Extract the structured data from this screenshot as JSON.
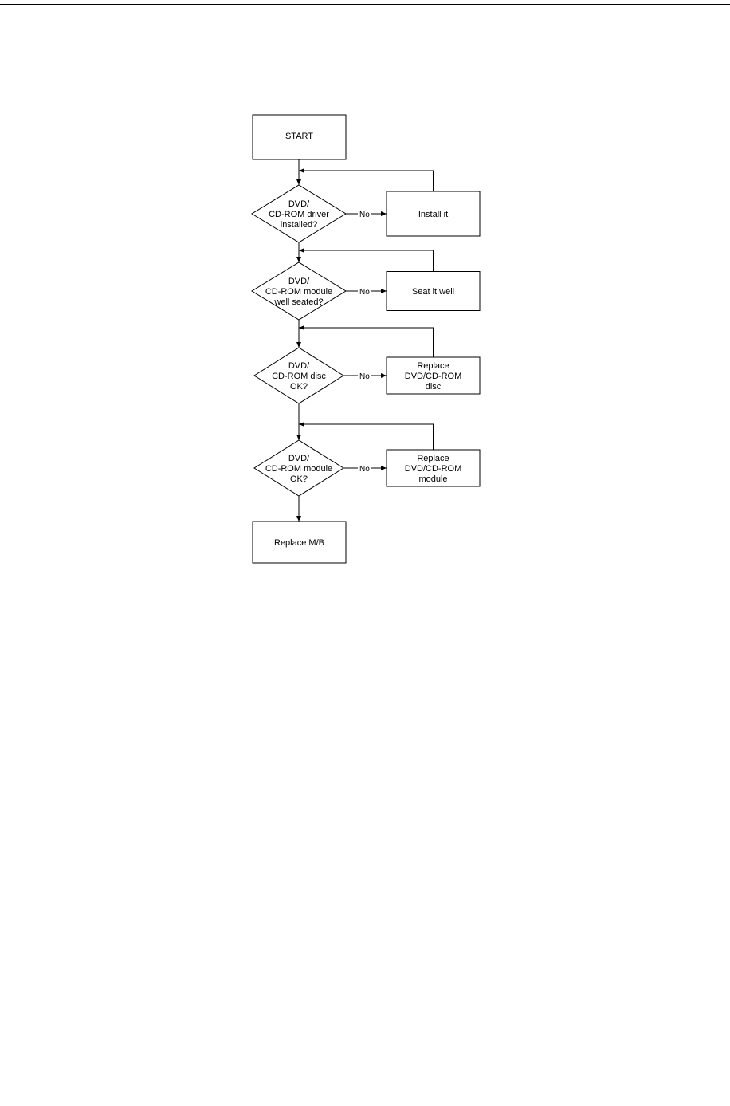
{
  "diagram": {
    "start": {
      "label": "START"
    },
    "decisions": [
      {
        "lines": [
          "DVD/",
          "CD-ROM driver",
          "installed?"
        ],
        "no_label": "No",
        "action_lines": [
          "Install it"
        ]
      },
      {
        "lines": [
          "DVD/",
          "CD-ROM module",
          "well seated?"
        ],
        "no_label": "No",
        "action_lines": [
          "Seat it well"
        ]
      },
      {
        "lines": [
          "DVD/",
          "CD-ROM disc",
          "OK?"
        ],
        "no_label": "No",
        "action_lines": [
          "Replace",
          "DVD/CD-ROM",
          "disc"
        ]
      },
      {
        "lines": [
          "DVD/",
          "CD-ROM module",
          "OK?"
        ],
        "no_label": "No",
        "action_lines": [
          "Replace",
          "DVD/CD-ROM",
          "module"
        ]
      }
    ],
    "end": {
      "label": "Replace M/B"
    }
  }
}
